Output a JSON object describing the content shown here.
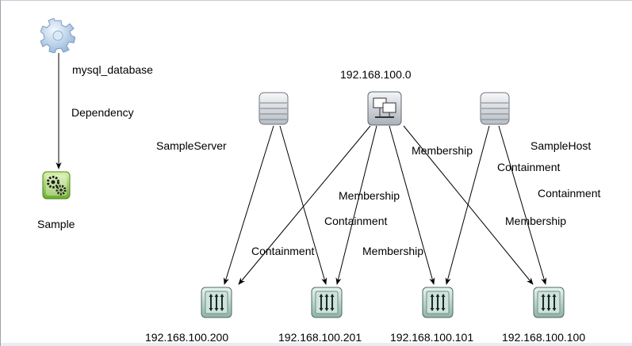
{
  "nodes": [
    {
      "id": "mysql_database",
      "label": "mysql_database",
      "icon": "gear-icon"
    },
    {
      "id": "sample",
      "label": "Sample",
      "icon": "gears-app-icon"
    },
    {
      "id": "sample_server",
      "label": "SampleServer",
      "icon": "database-server-icon"
    },
    {
      "id": "net_100_0",
      "label": "192.168.100.0",
      "icon": "network-icon"
    },
    {
      "id": "sample_host",
      "label": "SampleHost",
      "icon": "database-server-icon"
    },
    {
      "id": "ip_200",
      "label": "192.168.100.200",
      "icon": "ip-address-icon"
    },
    {
      "id": "ip_201",
      "label": "192.168.100.201",
      "icon": "ip-address-icon"
    },
    {
      "id": "ip_101",
      "label": "192.168.100.101",
      "icon": "ip-address-icon"
    },
    {
      "id": "ip_100",
      "label": "192.168.100.100",
      "icon": "ip-address-icon"
    }
  ],
  "edges": [
    {
      "from": "mysql_database",
      "to": "sample",
      "label": "Dependency"
    },
    {
      "from": "sample_server",
      "to": "ip_200",
      "label": ""
    },
    {
      "from": "sample_server",
      "to": "ip_201",
      "label": ""
    },
    {
      "from": "net_100_0",
      "to": "ip_200",
      "label": "Containment"
    },
    {
      "from": "net_100_0",
      "to": "ip_201",
      "label": "Membership"
    },
    {
      "from": "net_100_0",
      "to": "ip_101",
      "label": "Containment"
    },
    {
      "from": "net_100_0",
      "to": "ip_100",
      "label": "Membership"
    },
    {
      "from": "sample_host",
      "to": "ip_101",
      "label": "Membership"
    },
    {
      "from": "sample_host",
      "to": "ip_100",
      "label": "Containment"
    }
  ],
  "edge_labels": [
    "Dependency",
    "Membership",
    "Containment",
    "Containment",
    "Membership",
    "Containment",
    "Membership",
    "Containment",
    "Membership"
  ]
}
